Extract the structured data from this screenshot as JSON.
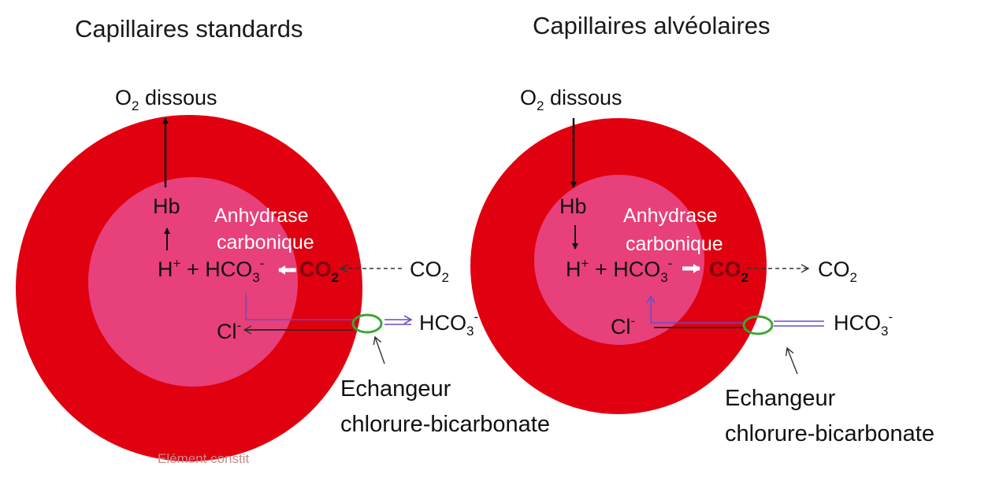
{
  "colors": {
    "cell_outer": "#e00010",
    "cell_inner": "#e8407a",
    "exchanger": "#3aa832",
    "enzyme_text": "#ffffff",
    "transport_line": "#7a5ccf"
  },
  "panels": [
    {
      "title": "Capillaires standards",
      "o2": "O",
      "o2_sub": "2",
      "o2_rest": " dissous",
      "hb": "Hb",
      "enzyme_line1": "Anhydrase",
      "enzyme_line2": "carbonique",
      "h_plus": "H",
      "h_sup": "+",
      "plus": " + ",
      "hco3": "HCO",
      "hco3_sub": "3",
      "hco3_sup": "-",
      "co2_inside": "CO",
      "co2_inside_sub": "2",
      "co2_outside": "CO",
      "co2_outside_sub": "2",
      "cl": "Cl",
      "cl_sup": "-",
      "hco3_out": "HCO",
      "hco3_out_sub": "3",
      "hco3_out_sup": "-",
      "exchanger_line1": "Echangeur",
      "exchanger_line2": "chlorure-bicarbonate",
      "watermark": "Elément constit"
    },
    {
      "title": "Capillaires alvéolaires",
      "o2": "O",
      "o2_sub": "2",
      "o2_rest": " dissous",
      "hb": "Hb",
      "enzyme_line1": "Anhydrase",
      "enzyme_line2": "carbonique",
      "h_plus": "H",
      "h_sup": "+",
      "plus": " + ",
      "hco3": "HCO",
      "hco3_sub": "3",
      "hco3_sup": "-",
      "co2_inside": "CO",
      "co2_inside_sub": "2",
      "co2_outside": "CO",
      "co2_outside_sub": "2",
      "cl": "Cl",
      "cl_sup": "-",
      "hco3_out": "HCO",
      "hco3_out_sub": "3",
      "hco3_out_sup": "-",
      "exchanger_line1": "Echangeur",
      "exchanger_line2": "chlorure-bicarbonate"
    }
  ]
}
